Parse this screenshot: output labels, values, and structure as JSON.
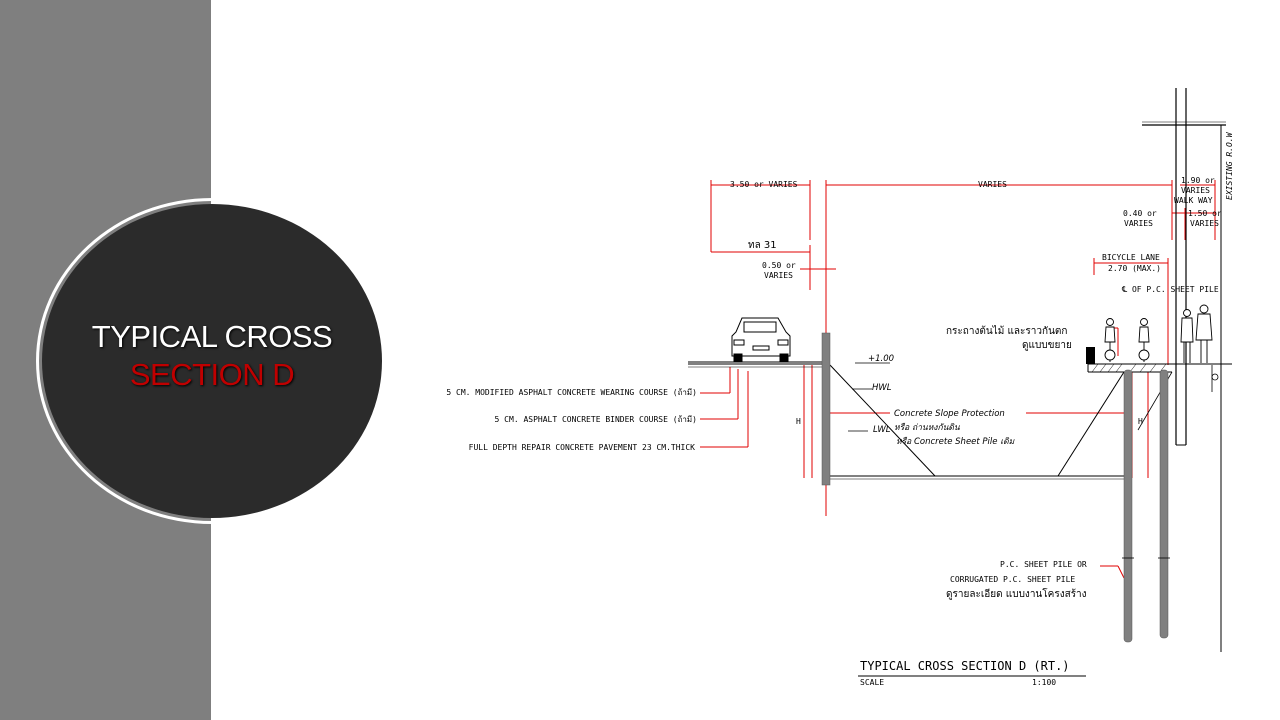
{
  "slide": {
    "title_line1": "TYPICAL CROSS",
    "title_line2": "SECTION D",
    "colors": {
      "panel": "#7f7f7f",
      "circle": "#2b2b2b",
      "title_white": "#ffffff",
      "title_red": "#c00000",
      "dimension": "#e00000"
    }
  },
  "drawing": {
    "dimensions": {
      "d1": "3.50 or VARIES",
      "d2": "VARIES",
      "d3a": "1.90 or",
      "d3b": "VARIES",
      "d3c": "WALK WAY",
      "d4a": "0.40 or",
      "d4b": "VARIES",
      "d5a": "1.50 or",
      "d5b": "VARIES",
      "d6": "ทล 31",
      "d7a": "0.50 or",
      "d7b": "VARIES",
      "d8a": "BICYCLE LANE",
      "d8b": "2.70 (MAX.)",
      "right_edge": "EXISTING R.O.W"
    },
    "labels": {
      "sheet_pile_cl": "℄ OF P.C. SHEET PILE",
      "planter_a": "กระถางต้นไม้ และราวกันตก",
      "planter_b": "ดูแบบขยาย",
      "elev": "+1.00",
      "hwl": "HWL",
      "lwl": "LWL",
      "slope_a": "Concrete Slope Protection",
      "slope_b": "หรือ ถ่านหงกันดิน",
      "slope_c": "หรือ Concrete Sheet Pile เดิม",
      "pile_a": "P.C. SHEET PILE OR",
      "pile_b": "CORRUGATED P.C. SHEET PILE",
      "pile_c": "ดูรายละเอียด แบบงานโครงสร้าง",
      "h_mark": "H"
    },
    "callouts": {
      "c1": "5 CM. MODIFIED ASPHALT CONCRETE WEARING COURSE (ถ้ามี)",
      "c2": "5 CM. ASPHALT CONCRETE BINDER COURSE (ถ้ามี)",
      "c3": "FULL DEPTH REPAIR CONCRETE PAVEMENT 23 CM.THICK"
    },
    "title_block": {
      "title": "TYPICAL CROSS SECTION D (RT.)",
      "scale_label": "SCALE",
      "scale_value": "1:100"
    }
  }
}
